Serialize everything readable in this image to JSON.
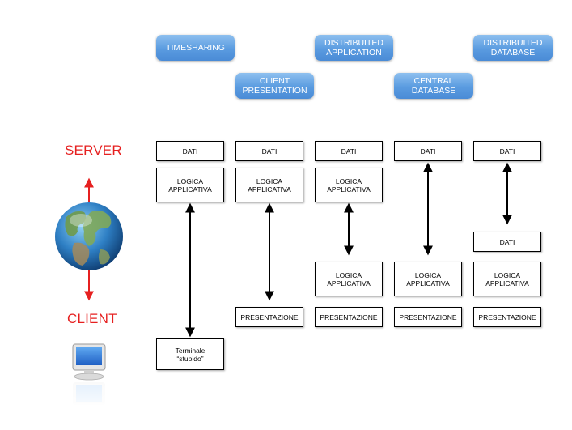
{
  "architectures": {
    "timesharing": "TIMESHARING",
    "client_presentation": "CLIENT\nPRESENTATION",
    "distributed_application": "DISTRIBUITED\nAPPLICATION",
    "central_database": "CENTRAL\nDATABASE",
    "distributed_database": "DISTRIBUITED\nDATABASE"
  },
  "tiers": {
    "server": "SERVER",
    "client": "CLIENT"
  },
  "boxes": {
    "dati": "DATI",
    "logica": "LOGICA\nAPPLICATIVA",
    "presentazione": "PRESENTAZIONE",
    "terminale": "Terminale\n“stupido”"
  },
  "icons": {
    "globe": "globe-icon",
    "monitor": "monitor-icon"
  },
  "colors": {
    "pill": "#5a9be0",
    "tier_label": "#e62020"
  }
}
